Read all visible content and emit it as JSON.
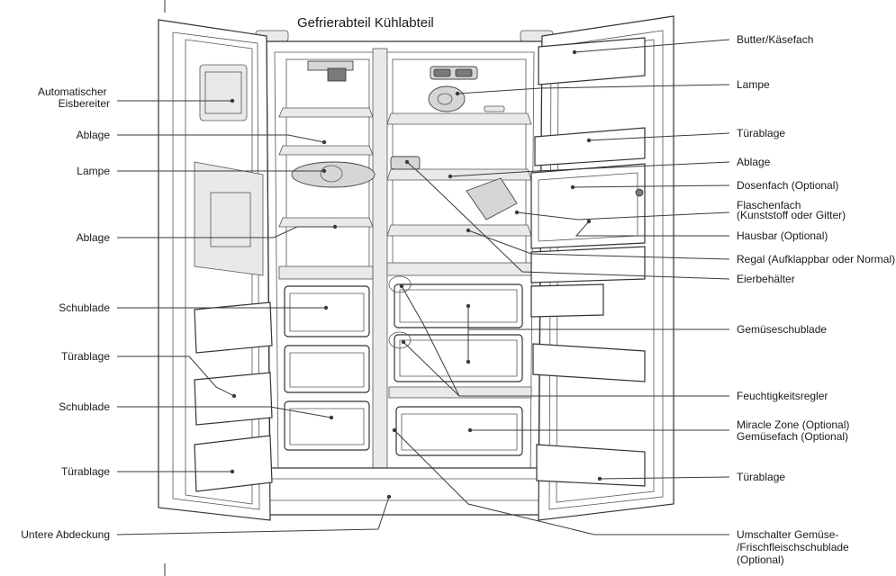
{
  "title": "Gefrierabteil Kühlabteil",
  "labels_left": [
    {
      "id": "eisbereiter",
      "lines": [
        "Automatischer",
        "Eisbereiter"
      ]
    },
    {
      "id": "ablage-1",
      "lines": [
        "Ablage"
      ]
    },
    {
      "id": "lampe-left",
      "lines": [
        "Lampe"
      ]
    },
    {
      "id": "ablage-2",
      "lines": [
        "Ablage"
      ]
    },
    {
      "id": "schublade-1",
      "lines": [
        "Schublade"
      ]
    },
    {
      "id": "tuerablage-1",
      "lines": [
        "Türablage"
      ]
    },
    {
      "id": "schublade-2",
      "lines": [
        "Schublade"
      ]
    },
    {
      "id": "tuerablage-2",
      "lines": [
        "Türablage"
      ]
    },
    {
      "id": "untere-abdeckung",
      "lines": [
        "Untere Abdeckung"
      ]
    }
  ],
  "labels_right": [
    {
      "id": "butter-kaesefach",
      "lines": [
        "Butter/Käsefach"
      ]
    },
    {
      "id": "lampe-right",
      "lines": [
        "Lampe"
      ]
    },
    {
      "id": "tuerablage-3",
      "lines": [
        "Türablage"
      ]
    },
    {
      "id": "ablage-3",
      "lines": [
        "Ablage"
      ]
    },
    {
      "id": "dosenfach",
      "lines": [
        "Dosenfach (Optional)"
      ]
    },
    {
      "id": "flaschenfach",
      "lines": [
        "Flaschenfach",
        "(Kunststoff oder Gitter)"
      ]
    },
    {
      "id": "hausbar",
      "lines": [
        "Hausbar (Optional)"
      ]
    },
    {
      "id": "regal",
      "lines": [
        "Regal (Aufklappbar oder Normal)"
      ]
    },
    {
      "id": "eierbehaelter",
      "lines": [
        "Eierbehälter"
      ]
    },
    {
      "id": "gemueseschublade",
      "lines": [
        "Gemüseschublade"
      ]
    },
    {
      "id": "feuchtigkeitsregler",
      "lines": [
        "Feuchtigkeitsregler"
      ]
    },
    {
      "id": "miracle-zone",
      "lines": [
        "Miracle Zone (Optional)",
        "Gemüsefach (Optional)"
      ]
    },
    {
      "id": "tuerablage-4",
      "lines": [
        "Türablage"
      ]
    },
    {
      "id": "umschalter",
      "lines": [
        "Umschalter Gemüse-",
        "/Frischfleischschublade",
        "(Optional)"
      ]
    }
  ]
}
